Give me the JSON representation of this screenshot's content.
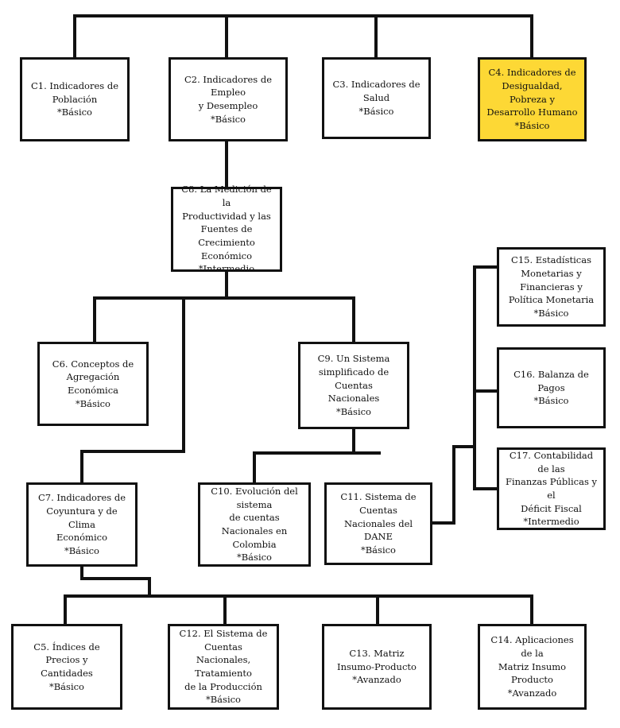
{
  "colors": {
    "line": "#111111",
    "box_fill": "#ffffff",
    "highlight_fill": "#fdd835"
  },
  "nodes": [
    {
      "id": "c1",
      "lines": [
        "C1. Indicadores de",
        "Población",
        "*Básico"
      ]
    },
    {
      "id": "c2",
      "lines": [
        "C2. Indicadores de Empleo",
        "y Desempleo",
        "*Básico"
      ]
    },
    {
      "id": "c3",
      "lines": [
        "C3. Indicadores de Salud",
        "*Básico"
      ]
    },
    {
      "id": "c4",
      "lines": [
        "C4. Indicadores de",
        "Desigualdad, Pobreza y",
        "Desarrollo Humano",
        "*Básico"
      ],
      "highlight": true
    },
    {
      "id": "c8",
      "lines": [
        "C8. La Medición de la",
        "Productividad y las",
        "Fuentes de Crecimiento",
        "Económico",
        "*Intermedio"
      ]
    },
    {
      "id": "c6",
      "lines": [
        "C6. Conceptos de",
        "Agregación Económica",
        "*Básico"
      ]
    },
    {
      "id": "c9",
      "lines": [
        "C9. Un Sistema",
        "simplificado de Cuentas",
        "Nacionales",
        "*Básico"
      ]
    },
    {
      "id": "c15",
      "lines": [
        "C15. Estadísticas",
        "Monetarias y Financieras y",
        "Política Monetaria",
        "*Básico"
      ]
    },
    {
      "id": "c16",
      "lines": [
        "C16. Balanza de Pagos",
        "*Básico"
      ]
    },
    {
      "id": "c17",
      "lines": [
        "C17. Contabilidad de las",
        "Finanzas Públicas y el",
        "Déficit Fiscal",
        "*Intermedio"
      ]
    },
    {
      "id": "c7",
      "lines": [
        "C7. Indicadores de",
        "Coyuntura y de Clima",
        "Económico",
        "*Básico"
      ]
    },
    {
      "id": "c10",
      "lines": [
        "C10. Evolución del sistema",
        "de cuentas Nacionales en",
        "Colombia",
        "*Básico"
      ]
    },
    {
      "id": "c11",
      "lines": [
        "C11. Sistema de Cuentas",
        "Nacionales del DANE",
        "*Básico"
      ]
    },
    {
      "id": "c5",
      "lines": [
        "C5. Índices de Precios y",
        "Cantidades",
        "*Básico"
      ]
    },
    {
      "id": "c12",
      "lines": [
        "C12. El Sistema de Cuentas",
        "Nacionales, Tratamiento",
        "de la Producción",
        "*Básico"
      ]
    },
    {
      "id": "c13",
      "lines": [
        "C13. Matriz",
        "Insumo-Producto",
        "*Avanzado"
      ]
    },
    {
      "id": "c14",
      "lines": [
        "C14. Aplicaciones de la",
        "Matriz Insumo Producto",
        "*Avanzado"
      ]
    }
  ]
}
